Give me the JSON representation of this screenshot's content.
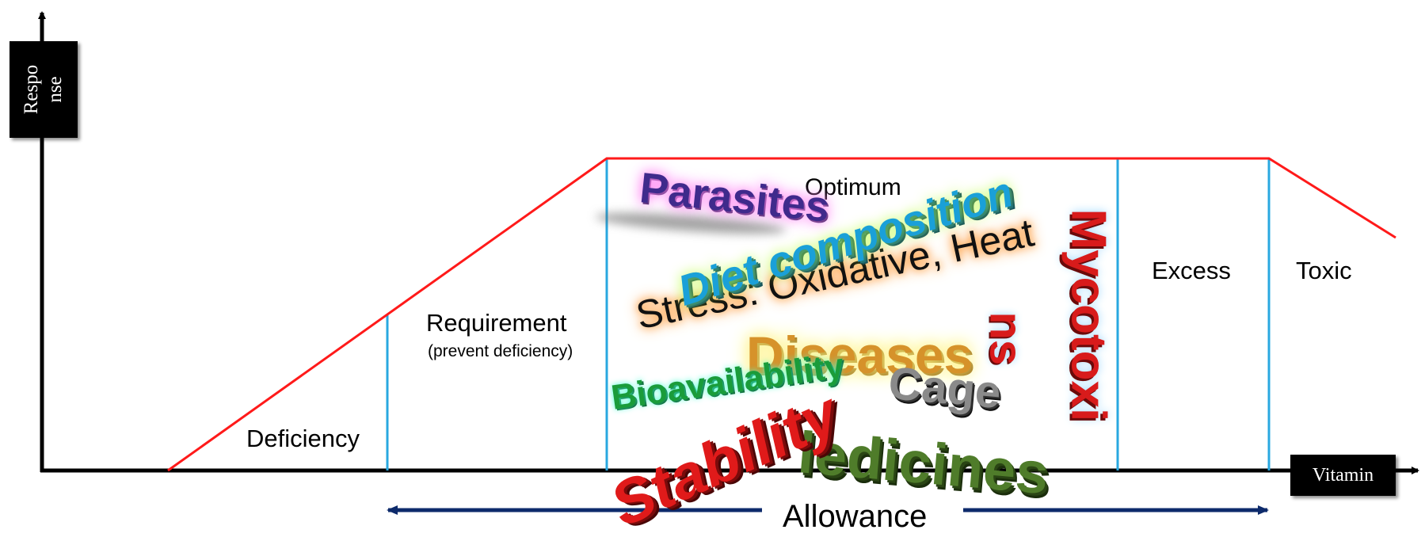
{
  "axes": {
    "y_label": "Respo\nnse",
    "x_label": "Vitamin"
  },
  "zones": {
    "deficiency": "Deficiency",
    "requirement": "Requirement",
    "requirement_note": "(prevent deficiency)",
    "optimum": "Optimum",
    "excess": "Excess",
    "toxic": "Toxic"
  },
  "allowance": {
    "label": "Allowance"
  },
  "factors": {
    "parasites": "Parasites",
    "diet_composition": "Diet composition",
    "stress": "Stress: Oxidative, Heat",
    "diseases": "Diseases",
    "ns": "ns",
    "mycotoxi": "Mycotoxi",
    "bioavailability": "Bioavailability",
    "cage": "Cage",
    "medicines": "ledicines",
    "stability": "Stability"
  },
  "colors": {
    "curve": "#ff1a1a",
    "divider": "#29a8e0",
    "axis": "#000000",
    "allowance_arrow": "#0d2a6b"
  }
}
